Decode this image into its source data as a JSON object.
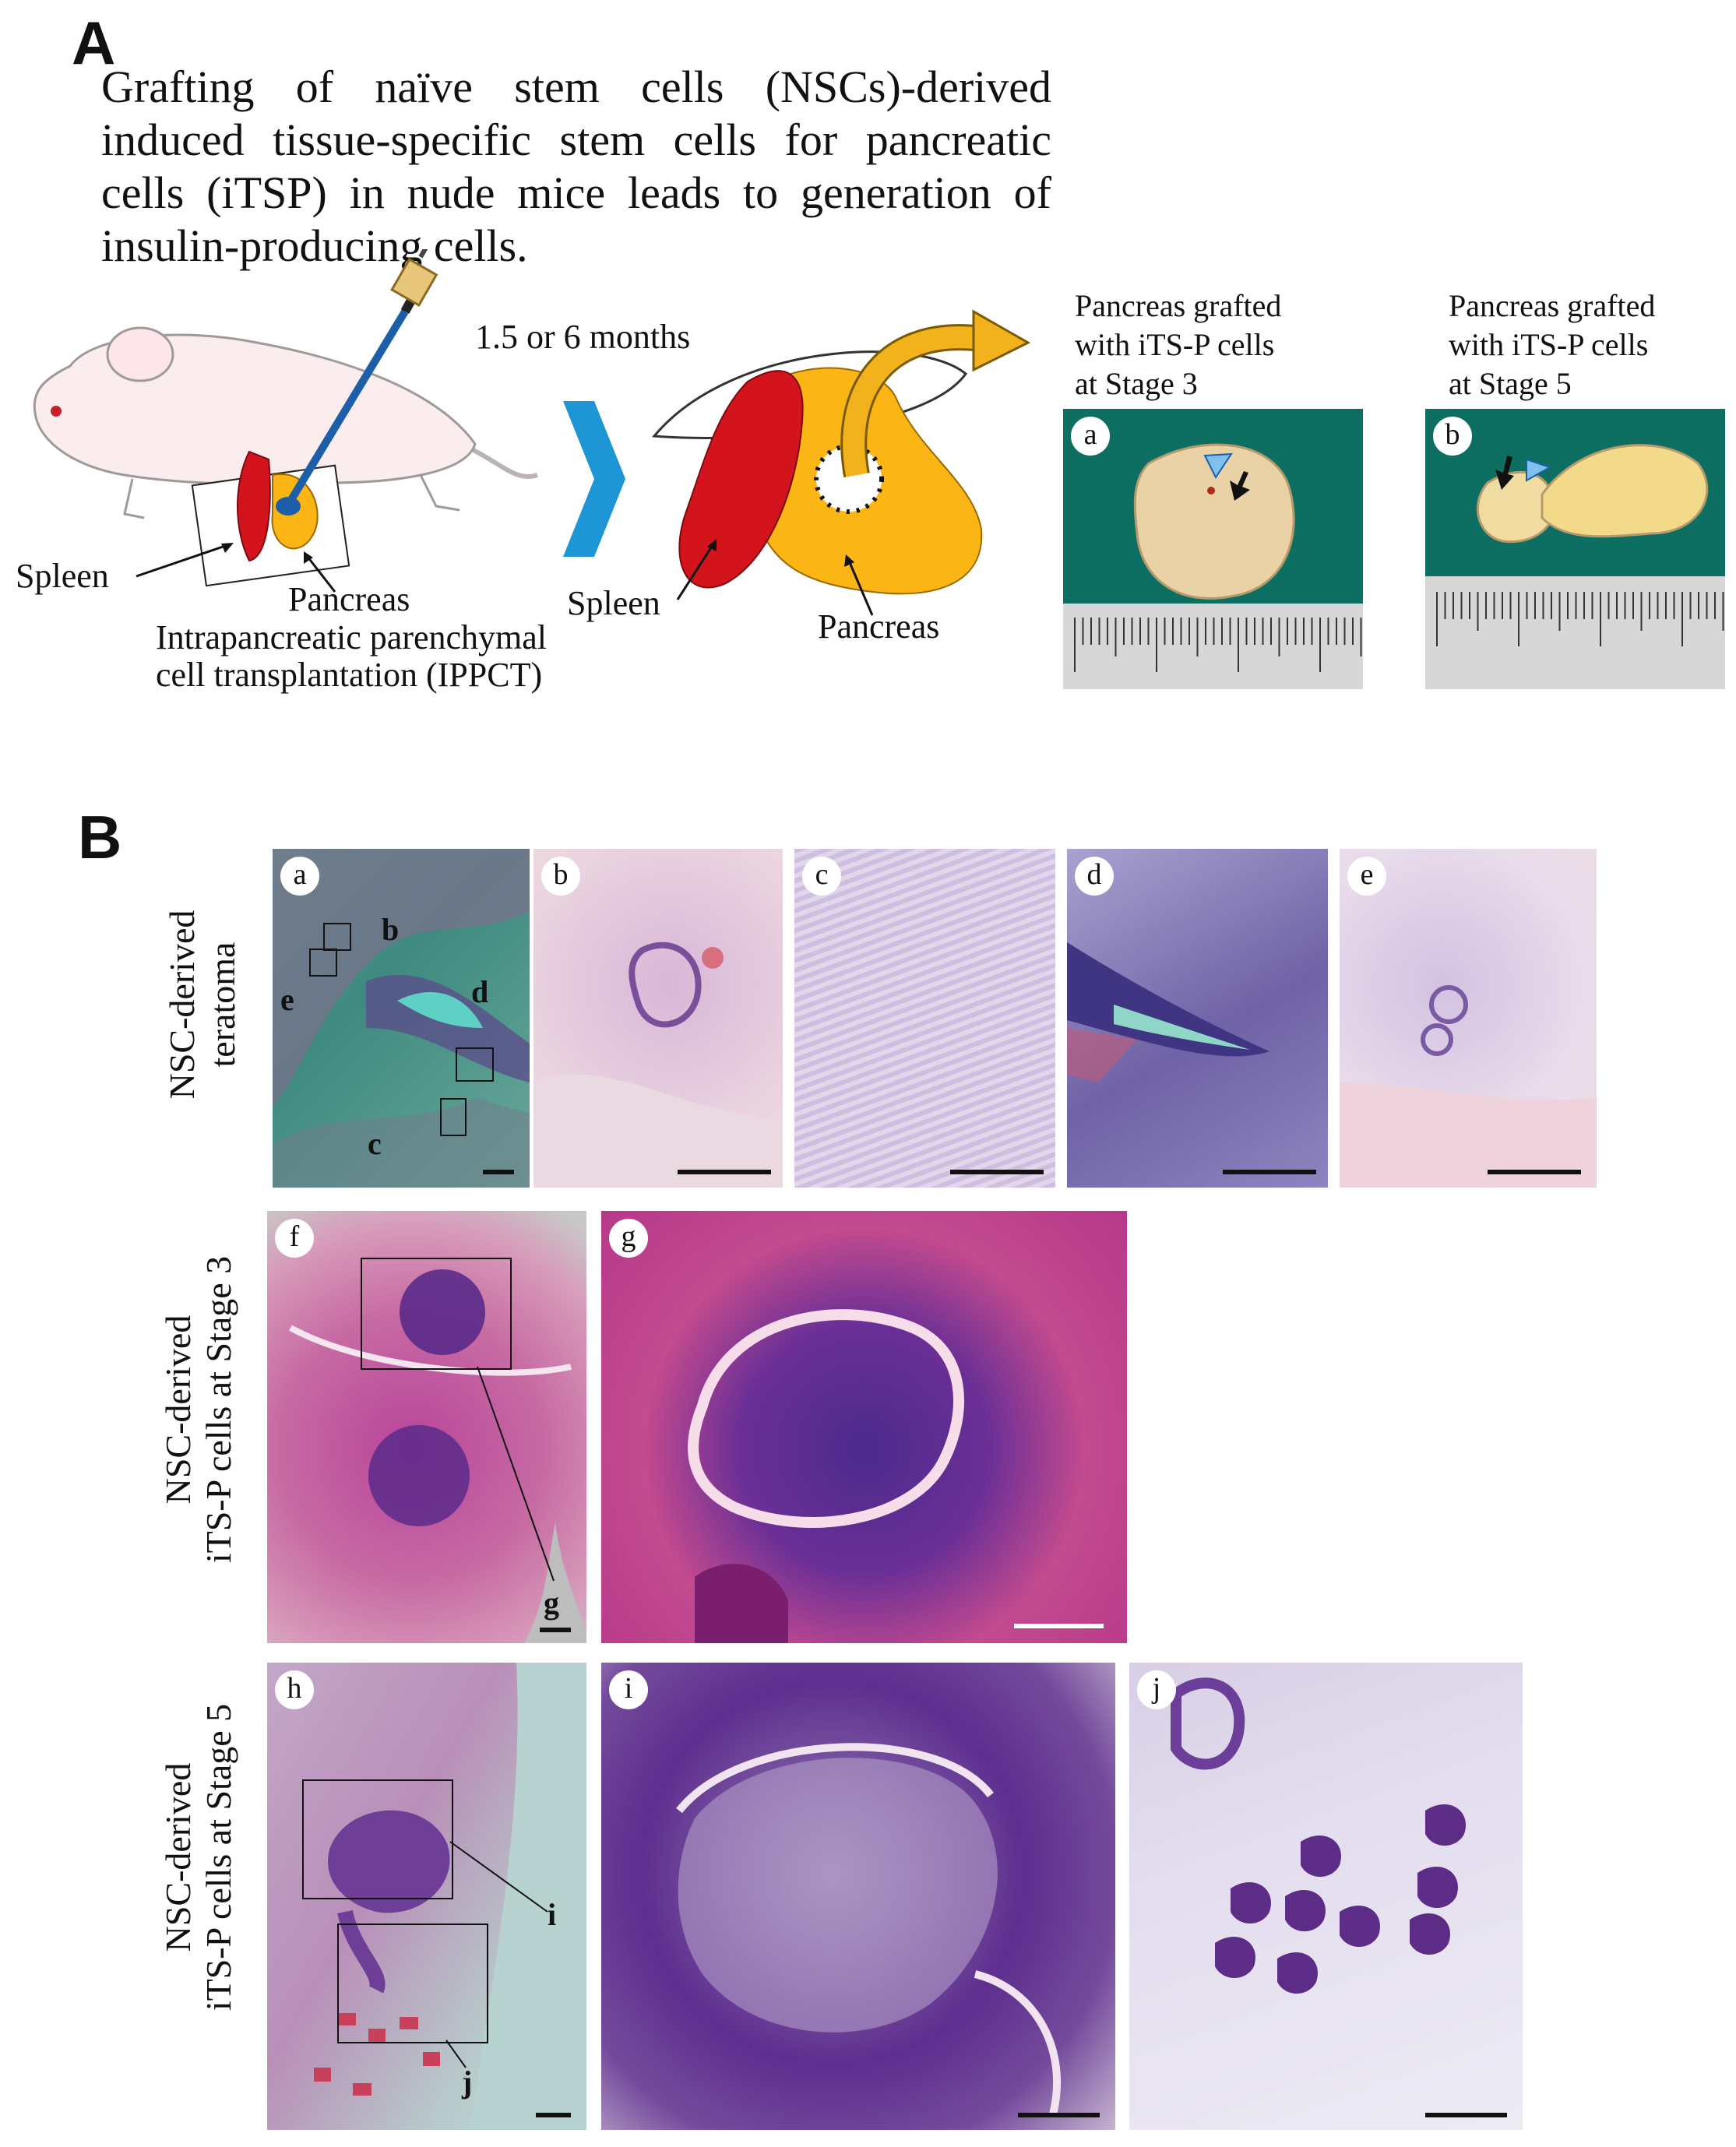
{
  "panel_a": {
    "label": "A",
    "title": "Grafting of naïve stem cells (NSCs)-derived induced tissue-specific stem cells for pancreatic cells (iTSP) in nude mice leads to generation of insulin-producing cells.",
    "labels": {
      "spleen_left": "Spleen",
      "pancreas_left": "Pancreas",
      "ippct": "Intrapancreatic parenchymal\ncell transplantation (IPPCT)",
      "time": "1.5 or 6 months",
      "spleen_right": "Spleen",
      "pancreas_right": "Pancreas"
    },
    "photos": [
      {
        "letter": "a",
        "caption": "Pancreas grafted\nwith iTS-P cells\nat Stage 3"
      },
      {
        "letter": "b",
        "caption": "Pancreas grafted\nwith iTS-P cells\nat Stage 5"
      }
    ]
  },
  "panel_b": {
    "label": "B",
    "rows": [
      {
        "label": "NSC-derived\nteratoma"
      },
      {
        "label": "NSC-derived\niTS-P cells at Stage 3"
      },
      {
        "label": "NSC-derived\niTS-P cells at Stage 5"
      }
    ],
    "tiles": [
      "a",
      "b",
      "c",
      "d",
      "e",
      "f",
      "g",
      "h",
      "i",
      "j"
    ],
    "inset_marks": {
      "a": [
        "b",
        "e",
        "d",
        "c"
      ],
      "f": [
        "g"
      ],
      "h": [
        "i",
        "j"
      ]
    }
  },
  "colors": {
    "spleen": "#d4141c",
    "pancreas": "#fbb514",
    "arrow_blue": "#1e96d6",
    "curve_arrow": "#f2b21b",
    "photo_bg": "#0d6e62",
    "he_pink": "#e8b8cf",
    "he_purple": "#6b3e9a"
  }
}
